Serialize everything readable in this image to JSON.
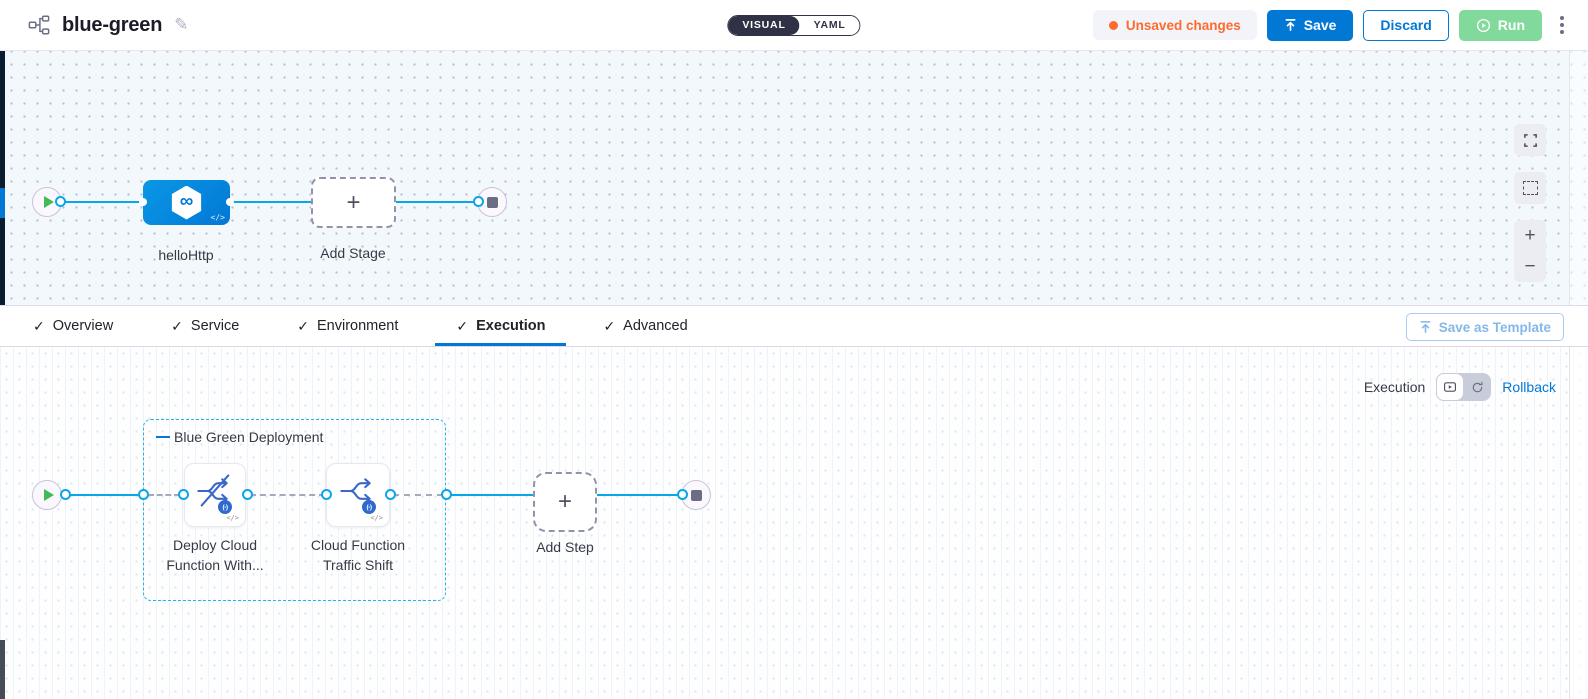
{
  "header": {
    "title": "blue-green",
    "view_modes": {
      "visual": "VISUAL",
      "yaml": "YAML"
    },
    "unsaved_changes": "Unsaved changes",
    "save": "Save",
    "discard": "Discard",
    "run": "Run"
  },
  "stage_pipeline": {
    "stage_name": "helloHttp",
    "add_stage": "Add Stage"
  },
  "tabs": [
    {
      "label": "Overview",
      "active": false
    },
    {
      "label": "Service",
      "active": false
    },
    {
      "label": "Environment",
      "active": false
    },
    {
      "label": "Execution",
      "active": true
    },
    {
      "label": "Advanced",
      "active": false
    }
  ],
  "save_as_template": "Save as Template",
  "execution_panel": {
    "mode_label": "Execution",
    "rollback": "Rollback",
    "group_title": "Blue Green Deployment",
    "steps": [
      {
        "name": "Deploy Cloud Function With..."
      },
      {
        "name": "Cloud Function Traffic Shift"
      }
    ],
    "add_step": "Add Step"
  },
  "glyphs": {
    "plus": "+",
    "check": "✓",
    "code": "</>",
    "fn_badge": "(-)",
    "edit": "✎",
    "zoom_in": "+",
    "zoom_out": "−"
  },
  "colors": {
    "accent_blue": "#0278d5",
    "edge_cyan": "#0aa6e8",
    "unsaved_orange": "#ff6b2c",
    "run_green": "#82d99c",
    "toggle_dark": "#2f3244"
  }
}
